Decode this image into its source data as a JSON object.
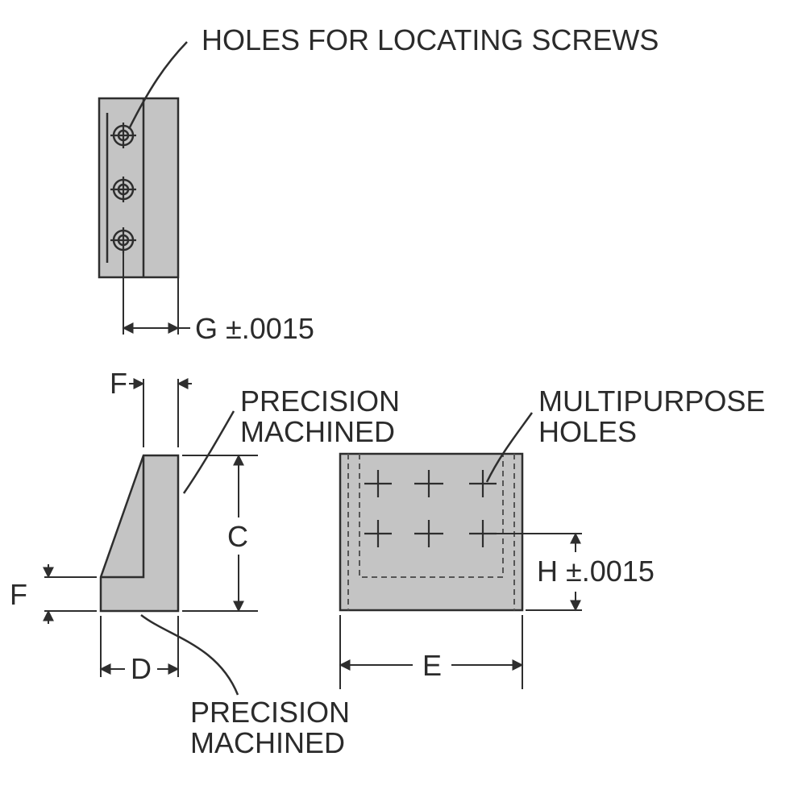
{
  "labels": {
    "holes_screws": "HOLES FOR LOCATING SCREWS",
    "g_tol": "G ±.0015",
    "f_top": "F",
    "precision_top_1": "PRECISION",
    "precision_top_2": "MACHINED",
    "multipurpose_1": "MULTIPURPOSE",
    "multipurpose_2": "HOLES",
    "c": "C",
    "h_tol": "H ±.0015",
    "f_left": "F",
    "d": "D",
    "e": "E",
    "precision_bot_1": "PRECISION",
    "precision_bot_2": "MACHINED"
  },
  "colors": {
    "part_fill": "#c4c4c4",
    "line": "#2e2e2e",
    "background": "#ffffff"
  }
}
